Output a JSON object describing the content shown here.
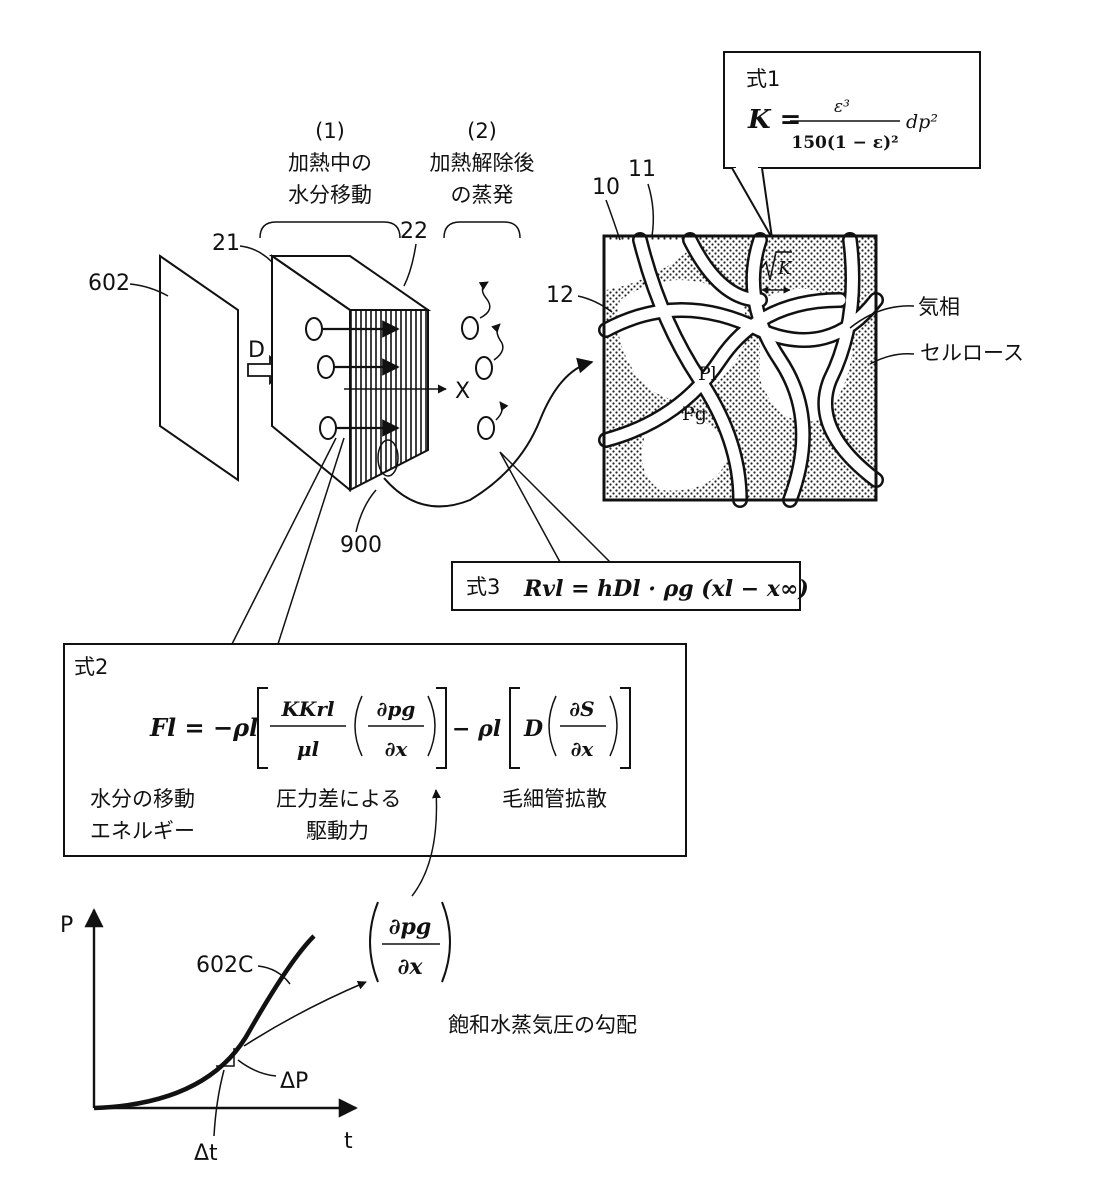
{
  "labels": {
    "step1_num": "(1)",
    "step1_line1": "加熱中の",
    "step1_line2": "水分移動",
    "step2_num": "(2)",
    "step2_line1": "加熱解除後",
    "step2_line2": "の蒸発",
    "ref_602": "602",
    "ref_21": "21",
    "ref_22": "22",
    "ref_900": "900",
    "ref_10": "10",
    "ref_11": "11",
    "ref_12": "12",
    "ref_602c": "602C",
    "arrow_d": "D",
    "axis_x_label": "X",
    "gas_phase": "気相",
    "cellulose": "セルロース",
    "pl": "Pl",
    "pg": "Pg",
    "sqrt_k": "K"
  },
  "formula1": {
    "title": "式1",
    "lhs": "K =",
    "numerator": "ε³",
    "denominator": "150(1 − ε)²",
    "tail": "dp²"
  },
  "formula3": {
    "title": "式3",
    "expr": "Rvl = hDl · ρg (xl − x∞)"
  },
  "formula2": {
    "title": "式2",
    "lhs": "Fl = −ρl",
    "frac1_num": "KKrl",
    "frac1_den": "μl",
    "frac2_num": "∂pg",
    "frac2_den": "∂x",
    "mid": "− ρl",
    "d": "D",
    "frac3_num": "∂S",
    "frac3_den": "∂x",
    "caption_energy_1": "水分の移動",
    "caption_energy_2": "エネルギー",
    "caption_pressure_1": "圧力差による",
    "caption_pressure_2": "駆動力",
    "caption_capillary": "毛細管拡散"
  },
  "gradient": {
    "num": "∂pg",
    "den": "∂x",
    "caption": "飽和水蒸気圧の勾配"
  },
  "graph": {
    "y_axis": "P",
    "x_axis": "t",
    "delta_p": "ΔP",
    "delta_t": "Δt"
  }
}
